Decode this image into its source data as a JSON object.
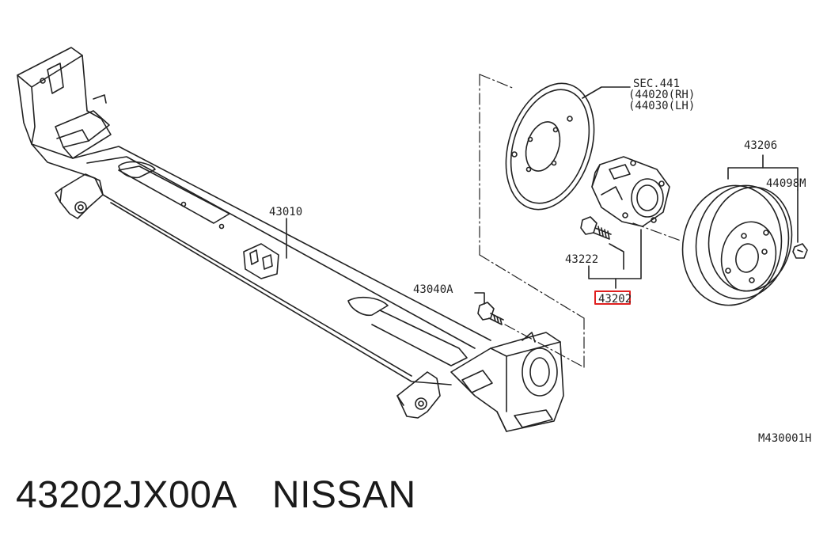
{
  "labels": {
    "sec": "SEC.441",
    "sec_rh": "(44020(RH)",
    "sec_lh": "(44030(LH)",
    "drum": "43206",
    "nut": "44098M",
    "bolt_hub": "43222",
    "hub": "43202",
    "axle": "43010",
    "bolt_axle": "43040A",
    "ref": "M430001H"
  },
  "caption": {
    "part_number": "43202JX00A",
    "brand": "NISSAN"
  },
  "colors": {
    "line": "#222222",
    "highlight": "#e02020"
  }
}
